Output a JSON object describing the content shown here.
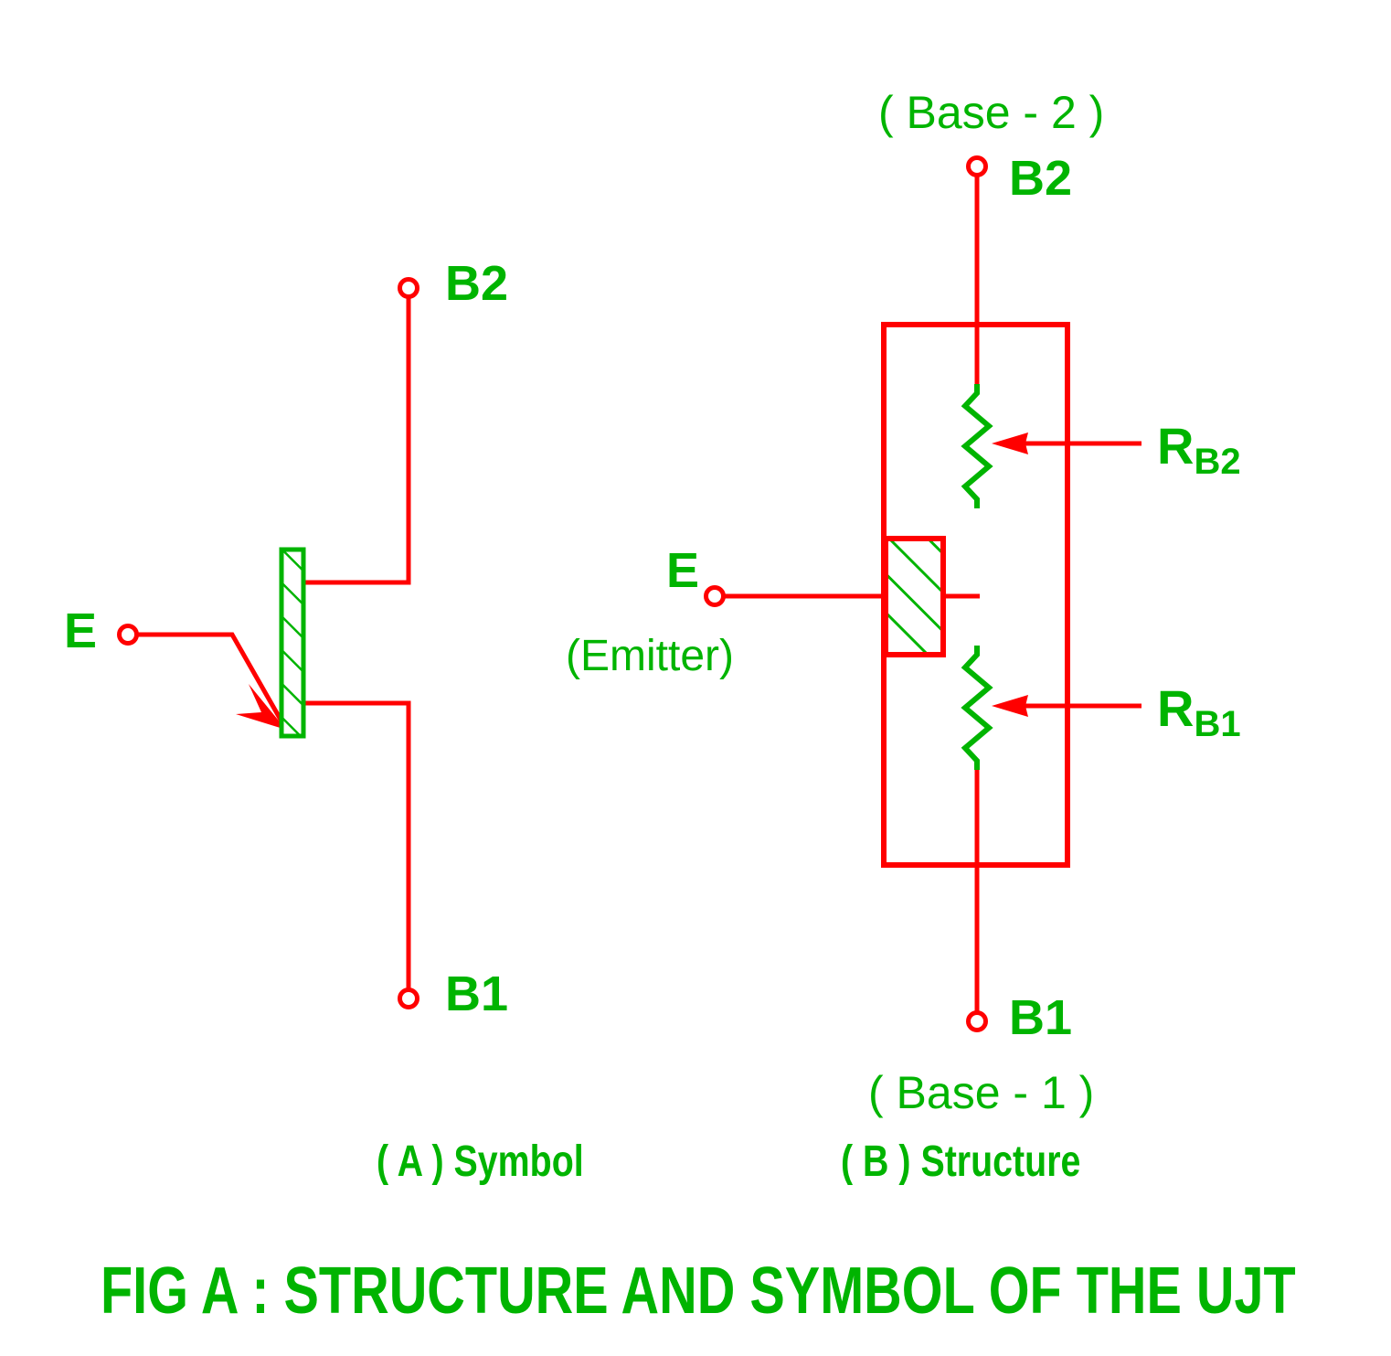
{
  "figure": {
    "title": "FIG A : STRUCTURE AND SYMBOL OF THE UJT",
    "colors": {
      "wire": "#ff0000",
      "label": "#00b400",
      "background": "#ffffff"
    }
  },
  "panel_a": {
    "caption": "( A ) Symbol",
    "terminal_b2": "B2",
    "terminal_b1": "B1",
    "terminal_e": "E"
  },
  "panel_b": {
    "caption": "( B ) Structure",
    "base2_note": "( Base - 2 )",
    "base1_note": "( Base - 1 )",
    "terminal_b2": "B2",
    "terminal_b1": "B1",
    "terminal_e": "E",
    "emitter_note": "(Emitter)",
    "resistor_rb2": "R",
    "resistor_rb2_sub": "B2",
    "resistor_rb1": "R",
    "resistor_rb1_sub": "B1"
  }
}
